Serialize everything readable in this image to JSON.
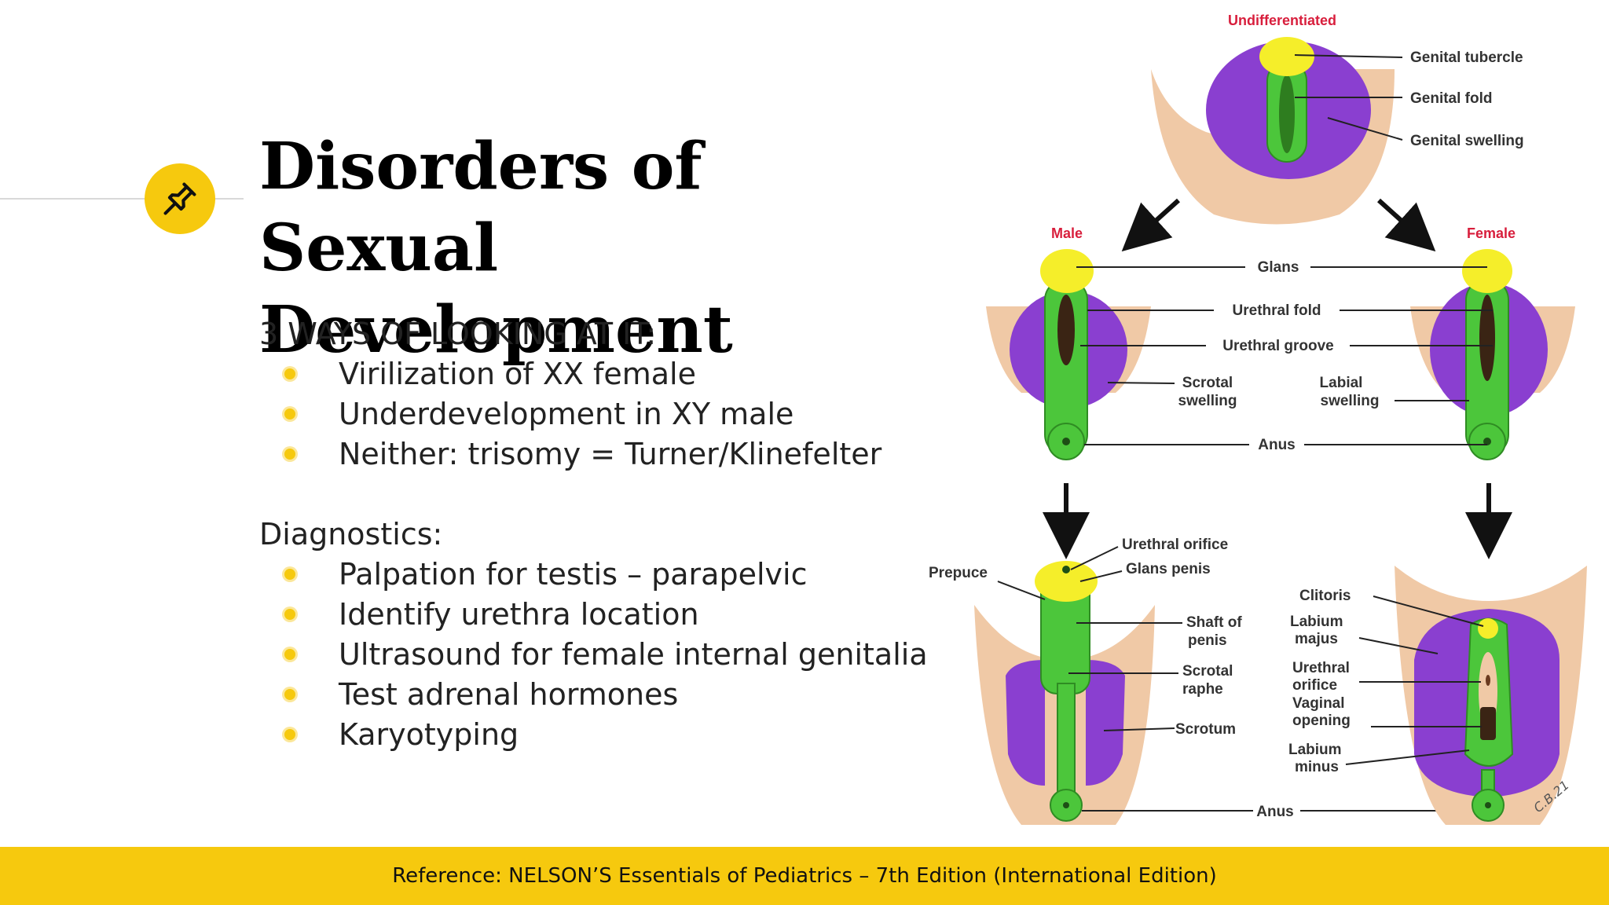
{
  "slide": {
    "title_line1": "Disorders of Sexual",
    "title_line2": "Development",
    "ways_heading": "3 WAYS OF LOOKING AT IT:",
    "ways": [
      "Virilization of XX female",
      "Underdevelopment in XY male",
      "Neither: trisomy = Turner/Klinefelter"
    ],
    "diagnostics_heading": "Diagnostics:",
    "diagnostics": [
      "Palpation for testis – parapelvic",
      "Identify urethra location",
      "Ultrasound for female internal genitalia",
      "Test adrenal hormones",
      "Karyotyping"
    ],
    "footer": "Reference: NELSON’S Essentials of Pediatrics – 7th Edition (International Edition)"
  },
  "diagram": {
    "stage_undiff": "Undifferentiated",
    "stage_male": "Male",
    "stage_female": "Female",
    "genital_tubercle": "Genital tubercle",
    "genital_fold": "Genital fold",
    "genital_swelling": "Genital swelling",
    "glans": "Glans",
    "urethral_fold": "Urethral fold",
    "urethral_groove": "Urethral groove",
    "scrotal_swelling_1": "Scrotal",
    "scrotal_swelling_2": "swelling",
    "labial_swelling_1": "Labial",
    "labial_swelling_2": "swelling",
    "anus": "Anus",
    "urethral_orifice": "Urethral orifice",
    "glans_penis": "Glans penis",
    "prepuce": "Prepuce",
    "shaft_1": "Shaft of",
    "shaft_2": "penis",
    "scrotal_raphe_1": "Scrotal",
    "scrotal_raphe_2": "raphe",
    "scrotum": "Scrotum",
    "clitoris": "Clitoris",
    "labium_majus_1": "Labium",
    "labium_majus_2": "majus",
    "f_urethral_1": "Urethral",
    "f_urethral_2": "orifice",
    "vaginal_1": "Vaginal",
    "vaginal_2": "opening",
    "labium_minus_1": "Labium",
    "labium_minus_2": "minus",
    "anus_bottom": "Anus",
    "signature": "C.B.21"
  },
  "colors": {
    "accent": "#f6c90e",
    "swelling": "#8a3fd0",
    "fold": "#4cc63b",
    "tubercle": "#f5ee2a",
    "skin": "#f0c9a6",
    "stage_label": "#d81e3c"
  },
  "icons": {
    "badge": "pushpin-icon"
  }
}
